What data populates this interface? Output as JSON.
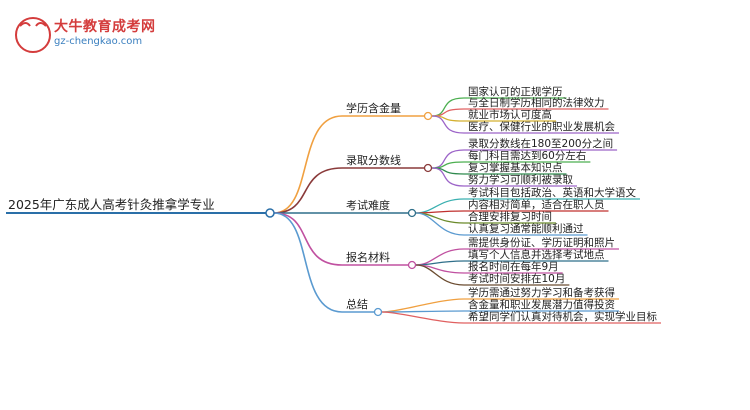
{
  "watermark": {
    "logo_text": "大牛",
    "site_name": "大牛教育成考网",
    "url": "gz-chengkao.com"
  },
  "root": {
    "label": "2025年广东成人高考针灸推拿学专业"
  },
  "branches": [
    {
      "label": "学历含金量",
      "color": "#f0a040",
      "leaves": [
        "国家认可的正规学历",
        "与全日制学历相同的法律效力",
        "就业市场认可度高",
        "医疗、保健行业的职业发展机会"
      ],
      "leaf_colors": [
        "#4caf50",
        "#e06060",
        "#d4b030",
        "#9c64c8"
      ]
    },
    {
      "label": "录取分数线",
      "color": "#8a3a3a",
      "leaves": [
        "录取分数线在180至200分之间",
        "每门科目需达到60分左右",
        "复习掌握基本知识点",
        "努力学习可顺利被录取"
      ],
      "leaf_colors": [
        "#9c64c8",
        "#4caf50",
        "#2f8a4e",
        "#9c64c8"
      ]
    },
    {
      "label": "考试难度",
      "color": "#2f6f8a",
      "leaves": [
        "考试科目包括政治、英语和大学语文",
        "内容相对简单，适合在职人员",
        "合理安排复习时间",
        "认真复习通常能顺利通过"
      ],
      "leaf_colors": [
        "#3ab0b0",
        "#c0302e",
        "#6a8a2a",
        "#5a9ad0"
      ]
    },
    {
      "label": "报名材料",
      "color": "#c050a0",
      "leaves": [
        "需提供身份证、学历证明和照片",
        "填写个人信息并选择考试地点",
        "报名时间在每年9月",
        "考试时间安排在10月"
      ],
      "leaf_colors": [
        "#c050a0",
        "#2f6f8a",
        "#c050a0",
        "#6b4c30"
      ]
    },
    {
      "label": "总结",
      "color": "#5a9ad0",
      "leaves": [
        "学历需通过努力学习和备考获得",
        "含金量和职业发展潜力值得投资",
        "希望同学们认真对待机会，实现学业目标"
      ],
      "leaf_colors": [
        "#f0a040",
        "#5a9ad0",
        "#e06060"
      ]
    }
  ]
}
